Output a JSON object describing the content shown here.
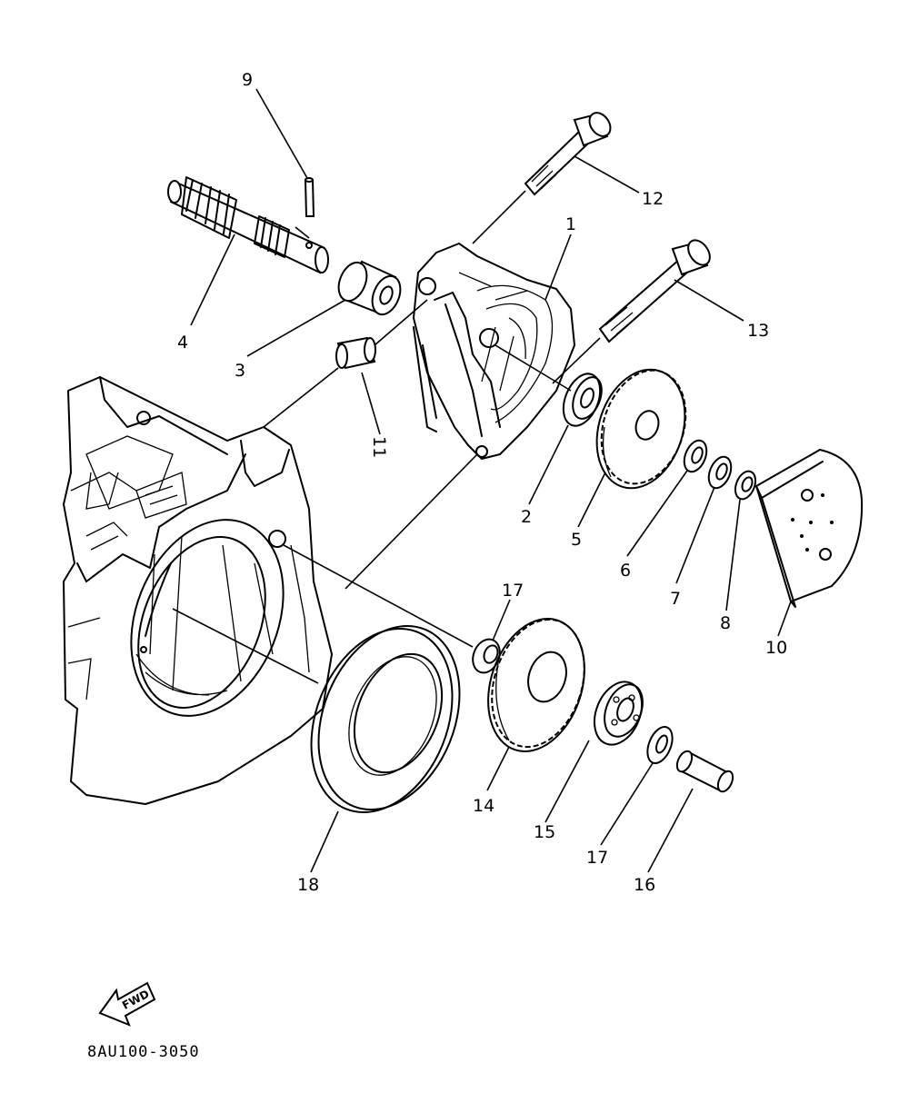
{
  "diagram": {
    "part_code": "8AU100-3050",
    "direction_arrow": "FWD",
    "callouts": [
      {
        "id": "c1",
        "label": "1"
      },
      {
        "id": "c2",
        "label": "2"
      },
      {
        "id": "c3",
        "label": "3"
      },
      {
        "id": "c4",
        "label": "4"
      },
      {
        "id": "c5",
        "label": "5"
      },
      {
        "id": "c6",
        "label": "6"
      },
      {
        "id": "c7",
        "label": "7"
      },
      {
        "id": "c8",
        "label": "8"
      },
      {
        "id": "c9",
        "label": "9"
      },
      {
        "id": "c10",
        "label": "10"
      },
      {
        "id": "c11",
        "label": "11"
      },
      {
        "id": "c12",
        "label": "12"
      },
      {
        "id": "c13",
        "label": "13"
      },
      {
        "id": "c14",
        "label": "14"
      },
      {
        "id": "c15",
        "label": "15"
      },
      {
        "id": "c16",
        "label": "16"
      },
      {
        "id": "c17a",
        "label": "17"
      },
      {
        "id": "c17b",
        "label": "17"
      },
      {
        "id": "c18",
        "label": "18"
      }
    ]
  }
}
